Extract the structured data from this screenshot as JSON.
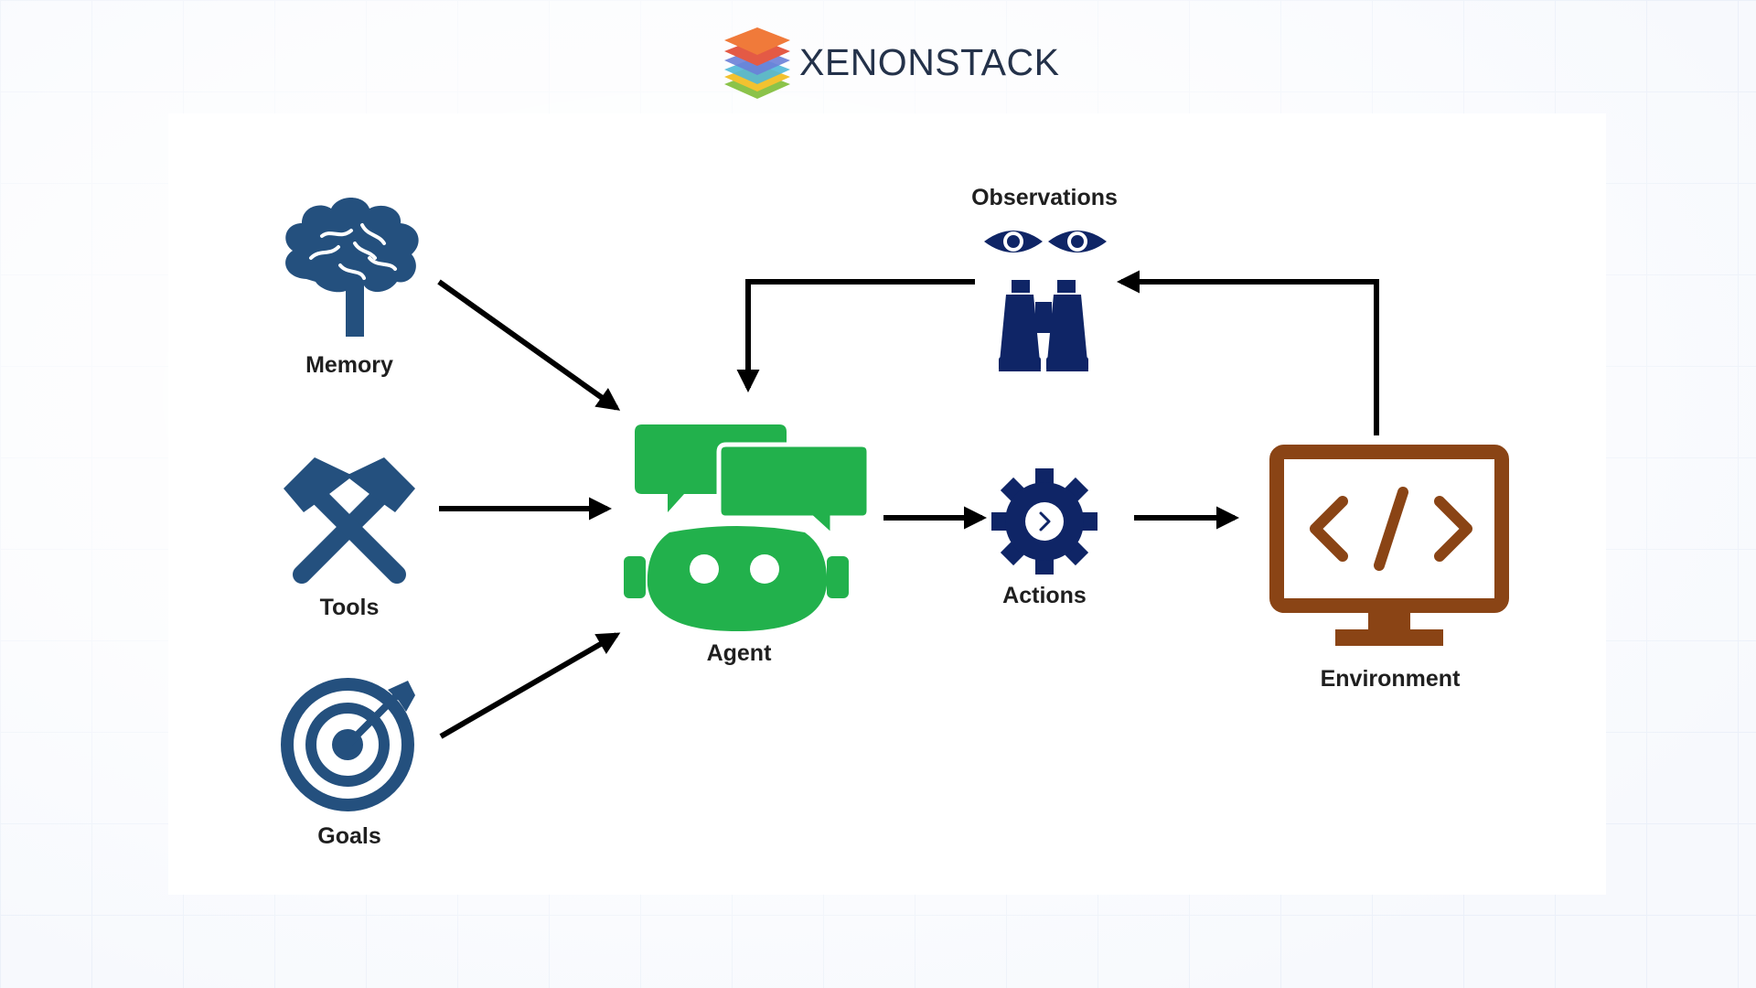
{
  "brand": {
    "name": "XENONSTACK"
  },
  "nodes": {
    "memory": "Memory",
    "tools": "Tools",
    "goals": "Goals",
    "agent": "Agent",
    "actions": "Actions",
    "observations": "Observations",
    "environment": "Environment"
  },
  "icons": {
    "memory": "brain-icon",
    "tools": "crossed-hammers-icon",
    "goals": "target-arrow-icon",
    "agent": "chatbot-icon",
    "actions": "gear-icon",
    "observations": "eyes-binoculars-icon",
    "environment": "code-monitor-icon"
  },
  "colors": {
    "memory_tools_goals": "#24507e",
    "agent": "#22b14c",
    "actions_observations": "#0f2566",
    "environment": "#8a4415",
    "arrows": "#000000"
  }
}
